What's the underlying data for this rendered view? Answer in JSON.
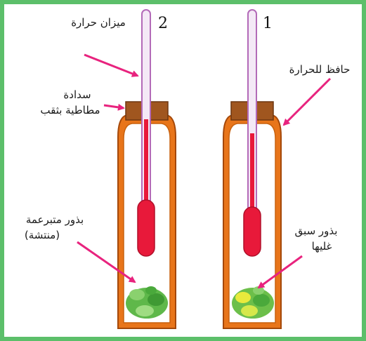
{
  "labels": {
    "num_2": "2",
    "num_1": "1",
    "thermometer": "ميزان حرارة",
    "insulator": "حافظ للحرارة",
    "stopper_line1": "سدادة",
    "stopper_line2": "مطاطية بثقب",
    "germinating_line1": "بذور متبرعمة",
    "germinating_line2": "(منتشة)",
    "boiled_line1": "بذور سبق",
    "boiled_line2": "غليها"
  },
  "colors": {
    "frame_border": "#5cbf6a",
    "flask_orange": "#e8751a",
    "stopper": "#a0561f",
    "thermometer_tube": "#b36ab8",
    "mercury": "#e8193a",
    "seeds_green": "#5fb84a",
    "seeds_yellow": "#e9ea3c",
    "arrow": "#e8237e"
  },
  "icons": [
    "thermometer-icon",
    "vacuum-flask-icon",
    "rubber-stopper-icon",
    "seeds-icon",
    "arrow-icon"
  ]
}
